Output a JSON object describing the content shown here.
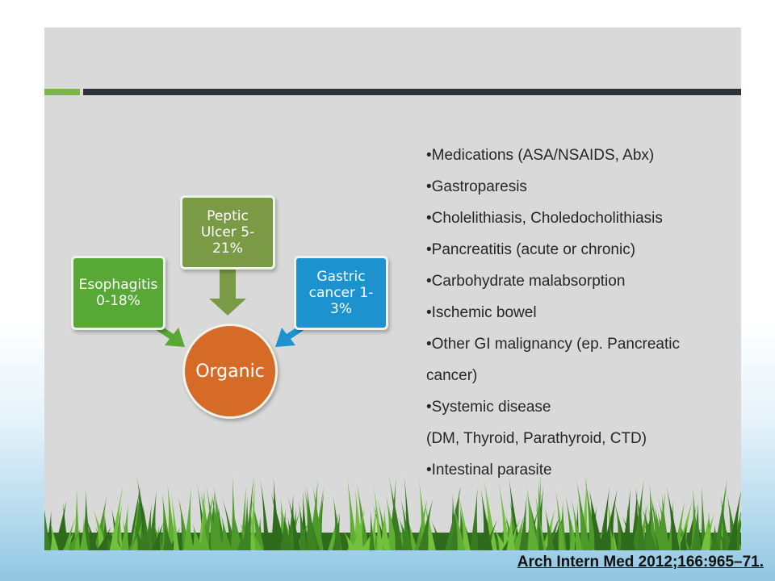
{
  "diagram": {
    "left_box": "Esophagitis\n0-18%",
    "middle_box": "Peptic\nUlcer 5-\n21%",
    "right_box": "Gastric\ncancer 1-\n3%",
    "center": "Organic"
  },
  "bullets": [
    "•Medications (ASA/NSAIDS, Abx)",
    "•Gastroparesis",
    "•Cholelithiasis, Choledocholithiasis",
    "•Pancreatitis (acute or chronic)",
    "•Carbohydrate malabsorption",
    "•Ischemic bowel",
    "•Other GI malignancy (ep. Pancreatic",
    "cancer)",
    "•Systemic disease",
    "(DM, Thyroid, Parathyroid, CTD)",
    "•Intestinal parasite"
  ],
  "citation": "Arch Intern Med 2012;166:965–71.",
  "colors": {
    "green": "#57a834",
    "olive": "#7a9a45",
    "blue": "#1c93cf",
    "orange": "#d66a27"
  }
}
